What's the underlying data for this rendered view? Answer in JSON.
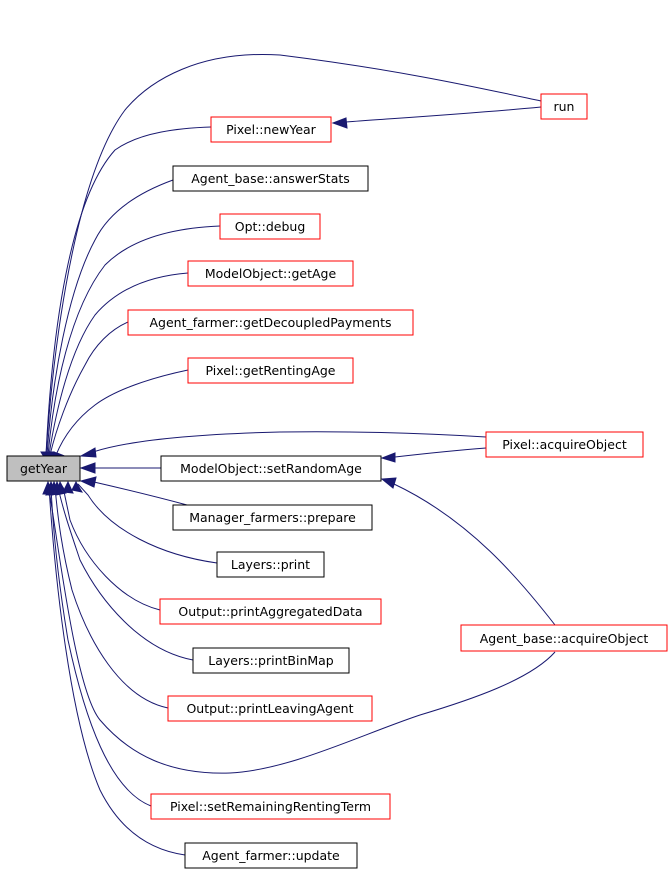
{
  "colors": {
    "edge": "#191970",
    "root_fill": "#bfbfbf",
    "red_border": "#ff0000",
    "black_border": "#000000",
    "node_fill": "#ffffff"
  },
  "nodes": [
    {
      "id": "getYear",
      "label": "getYear",
      "border": "black",
      "root": true
    },
    {
      "id": "run",
      "label": "run",
      "border": "red"
    },
    {
      "id": "pixel_newYear",
      "label": "Pixel::newYear",
      "border": "red"
    },
    {
      "id": "agent_base_answerStats",
      "label": "Agent_base::answerStats",
      "border": "black"
    },
    {
      "id": "opt_debug",
      "label": "Opt::debug",
      "border": "red"
    },
    {
      "id": "modelobject_getAge",
      "label": "ModelObject::getAge",
      "border": "red"
    },
    {
      "id": "agent_farmer_getDecoupledPayments",
      "label": "Agent_farmer::getDecoupledPayments",
      "border": "red"
    },
    {
      "id": "pixel_getRentingAge",
      "label": "Pixel::getRentingAge",
      "border": "red"
    },
    {
      "id": "pixel_acquireObject",
      "label": "Pixel::acquireObject",
      "border": "red"
    },
    {
      "id": "modelobject_setRandomAge",
      "label": "ModelObject::setRandomAge",
      "border": "black"
    },
    {
      "id": "manager_farmers_prepare",
      "label": "Manager_farmers::prepare",
      "border": "black"
    },
    {
      "id": "layers_print",
      "label": "Layers::print",
      "border": "black"
    },
    {
      "id": "output_printAggregatedData",
      "label": "Output::printAggregatedData",
      "border": "red"
    },
    {
      "id": "agent_base_acquireObject",
      "label": "Agent_base::acquireObject",
      "border": "red"
    },
    {
      "id": "layers_printBinMap",
      "label": "Layers::printBinMap",
      "border": "black"
    },
    {
      "id": "output_printLeavingAgent",
      "label": "Output::printLeavingAgent",
      "border": "red"
    },
    {
      "id": "pixel_setRemainingRentingTerm",
      "label": "Pixel::setRemainingRentingTerm",
      "border": "red"
    },
    {
      "id": "agent_farmer_update",
      "label": "Agent_farmer::update",
      "border": "black"
    }
  ],
  "edges": [
    {
      "from": "run",
      "to": "getYear"
    },
    {
      "from": "run",
      "to": "pixel_newYear"
    },
    {
      "from": "pixel_newYear",
      "to": "getYear"
    },
    {
      "from": "agent_base_answerStats",
      "to": "getYear"
    },
    {
      "from": "opt_debug",
      "to": "getYear"
    },
    {
      "from": "modelobject_getAge",
      "to": "getYear"
    },
    {
      "from": "agent_farmer_getDecoupledPayments",
      "to": "getYear"
    },
    {
      "from": "pixel_getRentingAge",
      "to": "getYear"
    },
    {
      "from": "pixel_acquireObject",
      "to": "getYear"
    },
    {
      "from": "pixel_acquireObject",
      "to": "modelobject_setRandomAge"
    },
    {
      "from": "modelobject_setRandomAge",
      "to": "getYear"
    },
    {
      "from": "agent_base_acquireObject",
      "to": "modelobject_setRandomAge"
    },
    {
      "from": "agent_base_acquireObject",
      "to": "getYear"
    },
    {
      "from": "manager_farmers_prepare",
      "to": "getYear"
    },
    {
      "from": "layers_print",
      "to": "getYear"
    },
    {
      "from": "output_printAggregatedData",
      "to": "getYear"
    },
    {
      "from": "layers_printBinMap",
      "to": "getYear"
    },
    {
      "from": "output_printLeavingAgent",
      "to": "getYear"
    },
    {
      "from": "pixel_setRemainingRentingTerm",
      "to": "getYear"
    },
    {
      "from": "agent_farmer_update",
      "to": "getYear"
    }
  ]
}
